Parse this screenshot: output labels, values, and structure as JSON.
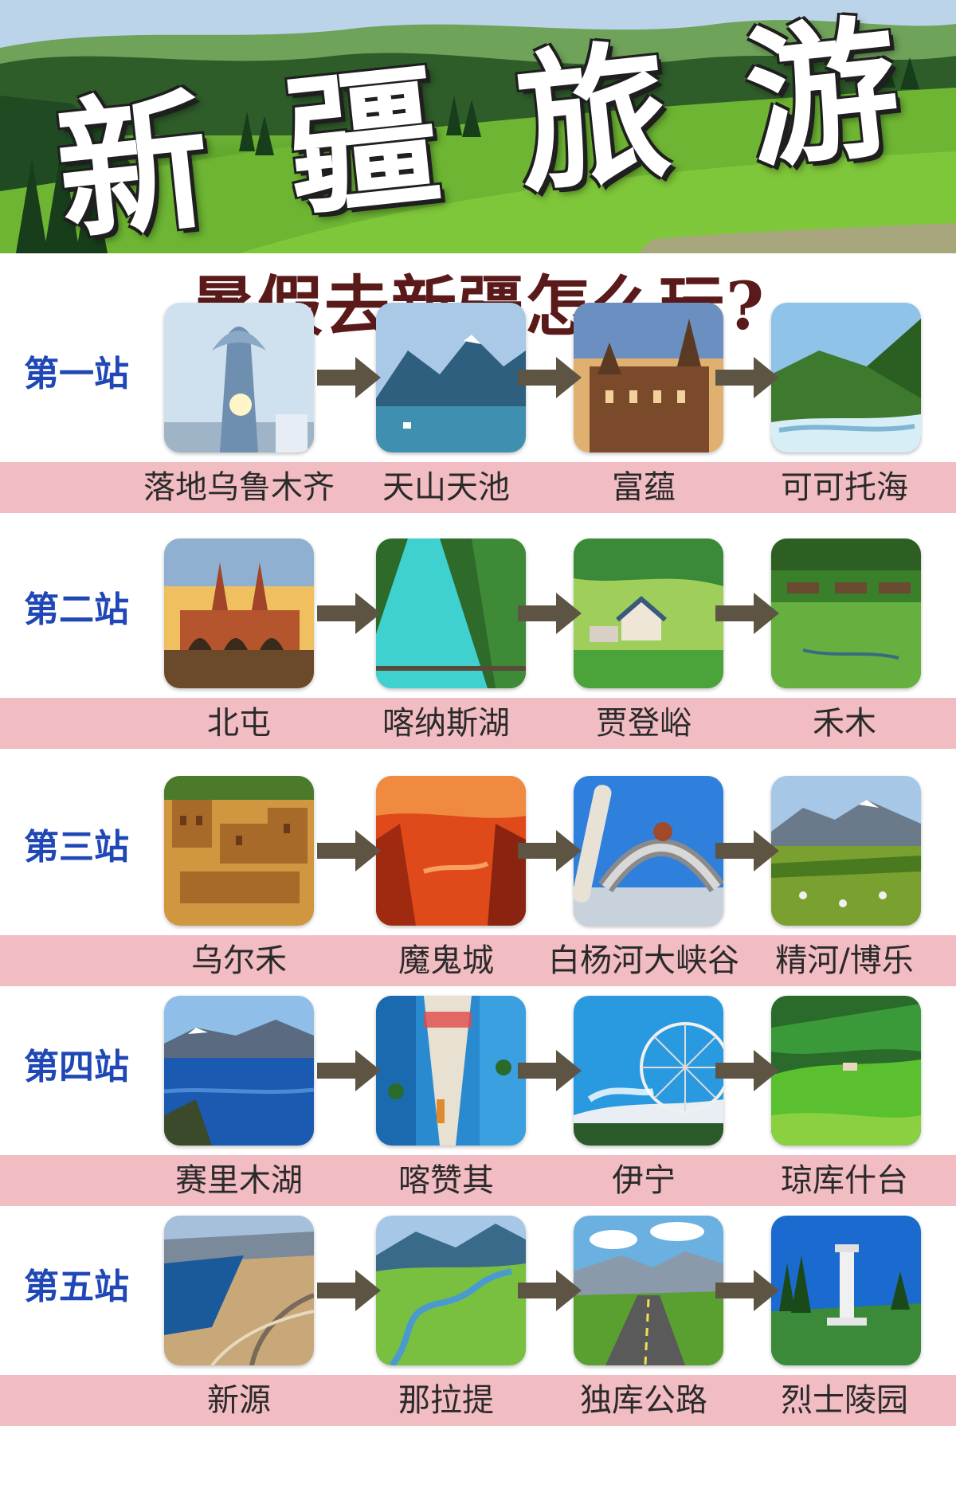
{
  "banner": {
    "title_chars": [
      "新",
      "疆",
      "旅",
      "游"
    ]
  },
  "subtitle": "暑假去新疆怎么玩?",
  "stations": [
    {
      "label": "第一站",
      "destinations": [
        {
          "name": "落地乌鲁木齐",
          "icon": "tower-icon"
        },
        {
          "name": "天山天池",
          "icon": "mountain-lake-icon"
        },
        {
          "name": "富蕴",
          "icon": "castle-icon"
        },
        {
          "name": "可可托海",
          "icon": "river-valley-icon"
        }
      ]
    },
    {
      "label": "第二站",
      "destinations": [
        {
          "name": "北屯",
          "icon": "bridge-castle-icon"
        },
        {
          "name": "喀纳斯湖",
          "icon": "turquoise-river-icon"
        },
        {
          "name": "贾登峪",
          "icon": "meadow-cabins-icon"
        },
        {
          "name": "禾木",
          "icon": "village-meadow-icon"
        }
      ]
    },
    {
      "label": "第三站",
      "destinations": [
        {
          "name": "乌尔禾",
          "icon": "ancient-town-icon"
        },
        {
          "name": "魔鬼城",
          "icon": "red-canyon-icon"
        },
        {
          "name": "白杨河大峡谷",
          "icon": "archway-icon"
        },
        {
          "name": "精河/博乐",
          "icon": "grassland-mountain-icon"
        }
      ]
    },
    {
      "label": "第四站",
      "destinations": [
        {
          "name": "赛里木湖",
          "icon": "blue-lake-icon"
        },
        {
          "name": "喀赞其",
          "icon": "blue-street-icon"
        },
        {
          "name": "伊宁",
          "icon": "ferris-wheel-icon"
        },
        {
          "name": "琼库什台",
          "icon": "green-hills-icon"
        }
      ]
    },
    {
      "label": "第五站",
      "destinations": [
        {
          "name": "新源",
          "icon": "lake-road-icon"
        },
        {
          "name": "那拉提",
          "icon": "valley-river-icon"
        },
        {
          "name": "独库公路",
          "icon": "highway-icon"
        },
        {
          "name": "烈士陵园",
          "icon": "monument-icon"
        }
      ]
    }
  ],
  "colors": {
    "station_label": "#1f47b5",
    "subtitle": "#5b1a1a",
    "name_band": "#f2bcc3",
    "arrow": "#5e5444"
  }
}
